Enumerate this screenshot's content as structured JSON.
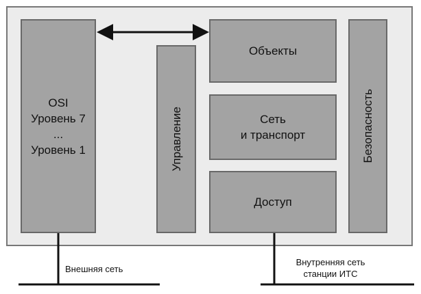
{
  "blocks": {
    "osi": {
      "line1": "OSI",
      "line2": "Уровень 7",
      "line3": "...",
      "line4": "Уровень 1"
    },
    "management": "Управление",
    "objects": "Объекты",
    "network": {
      "line1": "Сеть",
      "line2": "и транспорт"
    },
    "access": "Доступ",
    "security": "Безопасность"
  },
  "labels": {
    "external_network": "Внешняя сеть",
    "internal_network": {
      "line1": "Внутренняя сеть",
      "line2": "станции ИТС"
    }
  }
}
